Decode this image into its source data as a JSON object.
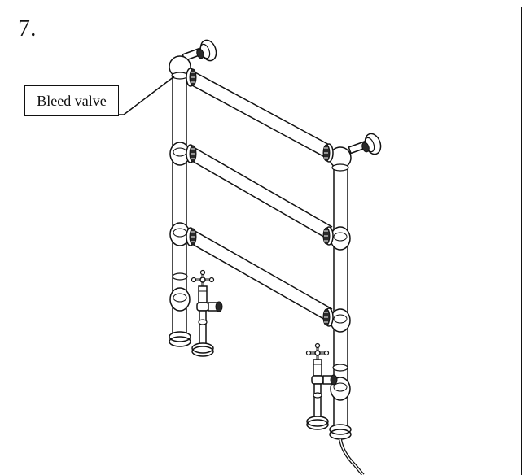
{
  "step": {
    "number": "7."
  },
  "callout": {
    "label": "Bleed valve"
  },
  "colors": {
    "line": "#111111",
    "fill": "#ffffff",
    "hatch": "#2a2a2a"
  },
  "illustration": {
    "subject": "towel-radiator",
    "rails": 3,
    "valves": 2,
    "wall_brackets": 2
  }
}
